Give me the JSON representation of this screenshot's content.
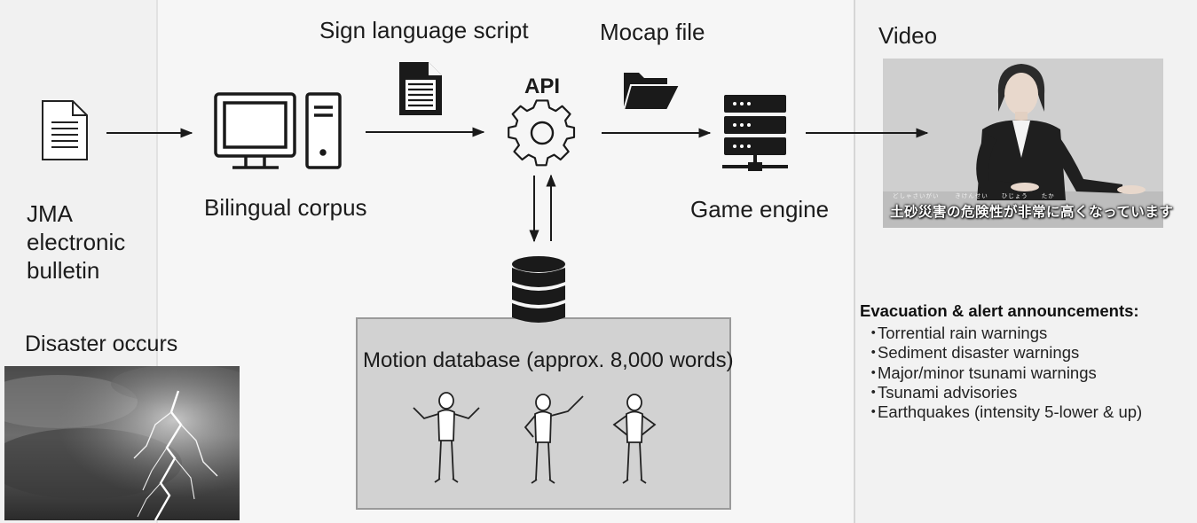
{
  "nodes": {
    "jma_bulletin": "JMA\nelectronic\nbulletin",
    "bilingual_corpus": "Bilingual corpus",
    "api": "API",
    "game_engine": "Game engine",
    "video": "Video",
    "disaster_occurs": "Disaster occurs"
  },
  "edges": {
    "sign_language_script": "Sign language script",
    "mocap_file": "Mocap file"
  },
  "database": {
    "label": "Motion database (approx. 8,000 words)"
  },
  "video_frame": {
    "subtitle": "土砂災害の危険性が非常に高くなっています",
    "ruby": "どしゃさいがい　　 きけんせい　　ひじょう　　たか"
  },
  "announcements": {
    "title": "Evacuation & alert announcements:",
    "bullet": "・",
    "items": [
      "Torrential rain warnings",
      "Sediment disaster warnings",
      "Major/minor tsunami warnings",
      "Tsunami advisories",
      "Earthquakes (intensity 5-lower & up)"
    ]
  },
  "icons": [
    "document-icon",
    "computer-icon",
    "gear-icon",
    "folder-icon",
    "server-icon",
    "database-icon",
    "mannequin-icon"
  ]
}
